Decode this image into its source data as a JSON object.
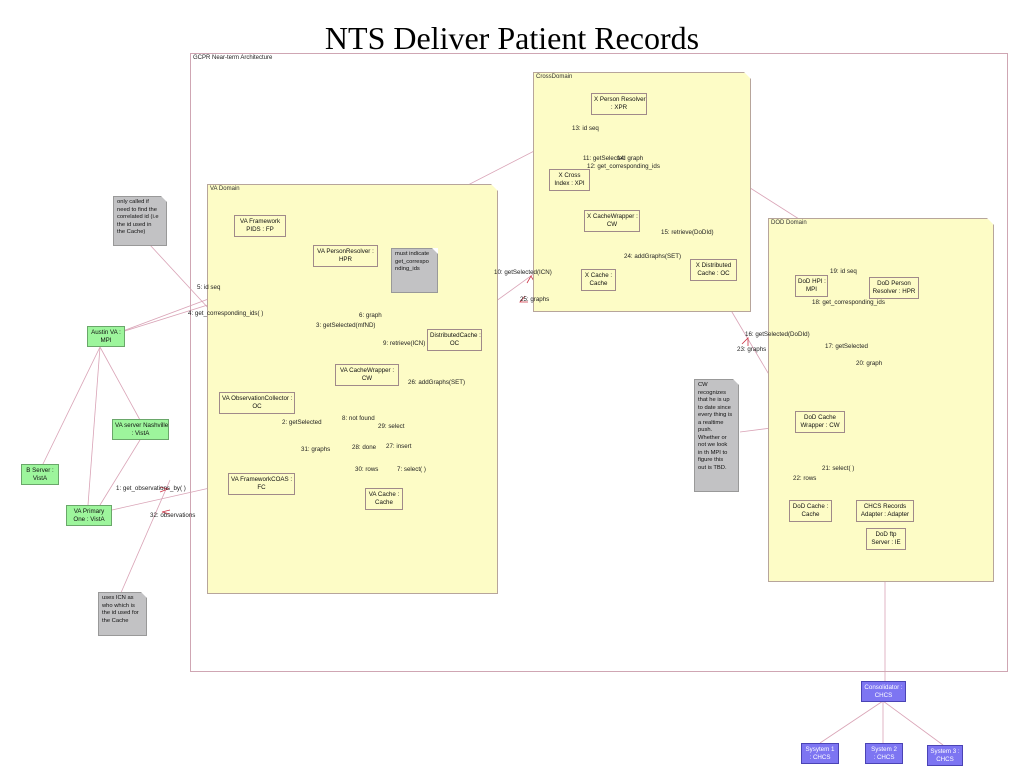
{
  "title": "NTS Deliver Patient Records",
  "frame_label": "GCPR Near-term Architecture",
  "domains": {
    "va": "VA Domain",
    "cross": "CrossDomain",
    "dod": "DOD Domain"
  },
  "boxes": {
    "va_framework_pids": [
      "VA Framework",
      "PIDS : FP"
    ],
    "va_person_resolver": [
      "VA PersonResolver :",
      "HPR"
    ],
    "distributed_cache_va": [
      "DistributedCache :",
      "OC"
    ],
    "va_cache_wrapper": [
      "VA CacheWrapper :",
      "CW"
    ],
    "va_observation_collector": [
      "VA ObservationCollector :",
      "OC"
    ],
    "va_framework_coas": [
      "VA FrameworkCOAS :",
      "FC"
    ],
    "va_cache": [
      "VA Cache :",
      "Cache"
    ],
    "x_person_resolver": [
      "X Person Resolver",
      ": XPR"
    ],
    "x_cross_index": [
      "X Cross",
      "Index : XPI"
    ],
    "x_cache_wrapper": [
      "X CacheWrapper :",
      "CW"
    ],
    "x_cache": [
      "X Cache :",
      "Cache"
    ],
    "x_distributed_cache": [
      "X Distributed",
      "Cache : OC"
    ],
    "dod_hpi_mpi": [
      "DoD HPI :",
      "MPI"
    ],
    "dod_person_resolver": [
      "DoD Person",
      "Resolver : HPR"
    ],
    "dod_cache_wrapper": [
      "DoD Cache",
      "Wrapper : CW"
    ],
    "dod_cache": [
      "DoD Cache :",
      "Cache"
    ],
    "chcs_records_adapter": [
      "CHCS Records",
      "Adapter : Adapter"
    ],
    "dod_ftp_server": [
      "DoD ftp",
      "Server : IE"
    ],
    "austin_va_mpi": [
      "Austin VA :",
      "MPI"
    ],
    "va_server_nashville": [
      "VA server Nashville",
      ": VistA"
    ],
    "b_server_vista": [
      "B Server :",
      "VistA"
    ],
    "va_primary_one": [
      "VA Primary",
      "One : VistA"
    ],
    "consolidator_chcs": [
      "Consolidator :",
      "CHCS"
    ],
    "system1_chcs": [
      "Sysytem 1",
      ": CHCS"
    ],
    "system2_chcs": [
      "System 2",
      ": CHCS"
    ],
    "system3_chcs": [
      "System 3 :",
      "CHCS"
    ]
  },
  "notes": {
    "called_if": [
      "only called if",
      "need to find the",
      "correlated id (i.e",
      "the id used in",
      "the Cache)"
    ],
    "must_indicate": [
      "must indicate",
      "get_correspo",
      "nding_ids"
    ],
    "cw_recognizes": [
      "CW",
      "recognizes",
      "that he is up",
      "to date since",
      "every thing is",
      "a realtime",
      "push.",
      "Whether or",
      "not we look",
      "in th MPI to",
      "figure this",
      "out is TBD."
    ],
    "uses_icn": [
      "uses ICN as",
      "who which is",
      "the id used for",
      "the Cache"
    ]
  },
  "messages": {
    "m1": "1: get_observations_by( )",
    "m2": "2: getSelected",
    "m3": "3: getSelected(mfND)",
    "m4": "4: get_corresponding_ids( )",
    "m5": "5: id seq",
    "m6": "6: graph",
    "m7": "7: select( )",
    "m8": "8: not found",
    "m9": "9: retrieve(ICN)",
    "m10": "10: getSelected(ICN)",
    "m11": "11: getSelected",
    "m12": "12: get_corresponding_ids",
    "m13": "13: id seq",
    "m14": "14: graph",
    "m15": "15: retrieve(DoDId)",
    "m16": "16: getSelected(DoDId)",
    "m17": "17: getSelected",
    "m18": "18: get_corresponding_ids",
    "m19": "19: id seq",
    "m20": "20: graph",
    "m21": "21: select( )",
    "m22": "22: rows",
    "m23": "23: graphs",
    "m24": "24: addGraphs(SET)",
    "m25": "25: graphs",
    "m26": "26: addGraphs(SET)",
    "m27": "27: insert",
    "m28": "28: done",
    "m29": "29: select",
    "m30": "30: rows",
    "m31": "31: graphs",
    "m32": "32: observations"
  }
}
